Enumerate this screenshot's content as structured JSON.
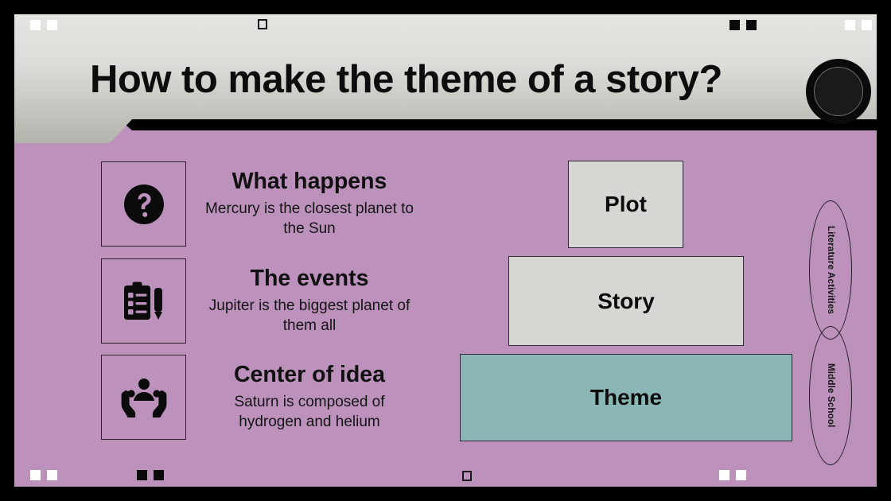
{
  "slide": {
    "title": "How to make the theme of a story?",
    "background_color": "#bc92bd",
    "header_color": "#dcdcd8",
    "accent_color": "#8ab7b5"
  },
  "features": [
    {
      "icon": "question-mark-circle-icon",
      "title": "What happens",
      "description": "Mercury is the closest planet to the Sun"
    },
    {
      "icon": "clipboard-checklist-pencil-icon",
      "title": "The events",
      "description": "Jupiter is the biggest planet of them all"
    },
    {
      "icon": "hands-holding-person-icon",
      "title": "Center of idea",
      "description": "Saturn is composed of hydrogen and helium"
    }
  ],
  "pyramid": {
    "levels": [
      {
        "label": "Plot",
        "color": "#d6d6d3"
      },
      {
        "label": "Story",
        "color": "#d6d6d3"
      },
      {
        "label": "Theme",
        "color": "#8ab7b5"
      }
    ]
  },
  "tags": [
    {
      "label": "Literature Activities"
    },
    {
      "label": "Middle School"
    }
  ],
  "markers": {
    "top_left": "white-square-pair",
    "top_center": "hollow-square",
    "top_right_inner": "black-square-pair",
    "top_right_outer": "white-square-pair",
    "bottom_left": "white-square-pair",
    "bottom_left_inner": "black-square-pair",
    "bottom_center": "hollow-square",
    "bottom_right": "white-square-pair"
  }
}
